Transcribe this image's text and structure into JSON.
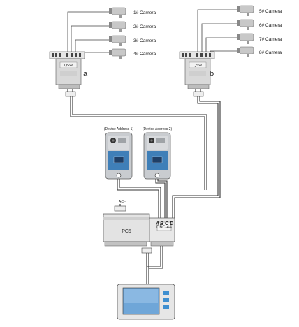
{
  "diagram": {
    "cameras_left": [
      "1# Camera",
      "2# Camera",
      "3# Camera",
      "4# Camera"
    ],
    "cameras_right": [
      "5# Camera",
      "6# Camera",
      "7# Camera",
      "8# Camera"
    ],
    "switchers": [
      {
        "label": "QSW",
        "marker": "a"
      },
      {
        "label": "QSW",
        "marker": "b"
      }
    ],
    "door_stations": [
      {
        "address": "(Device Address 1)"
      },
      {
        "address": "(Device Address 2)"
      }
    ],
    "power_supply": {
      "label": "PC5",
      "ac_label": "AC~"
    },
    "distributor": {
      "label": "DBC-4A",
      "terminals": [
        "A",
        "B",
        "C",
        "D"
      ]
    }
  }
}
